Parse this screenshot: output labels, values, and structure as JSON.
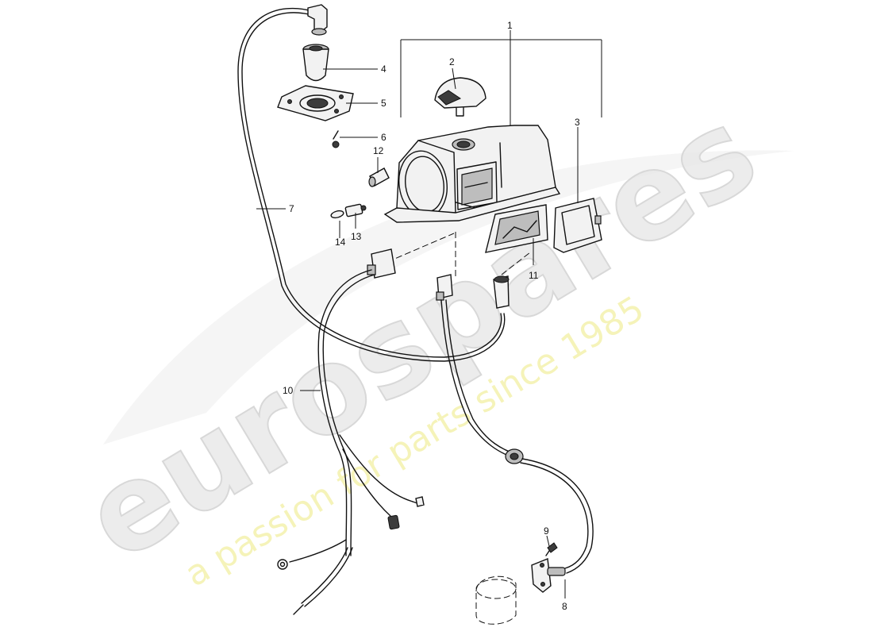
{
  "watermark": {
    "brand": "eurospares",
    "tagline": "a passion for parts since 1985"
  },
  "callouts": {
    "c1": "1",
    "c2": "2",
    "c3": "3",
    "c4": "4",
    "c5": "5",
    "c6": "6",
    "c7": "7",
    "c8": "8",
    "c9": "9",
    "c10": "10",
    "c11": "11",
    "c12": "12",
    "c13": "13",
    "c14": "14"
  },
  "colors": {
    "line": "#111111",
    "watermark_grey": "#e6e6e6",
    "watermark_yellow": "#f3f0a8"
  }
}
